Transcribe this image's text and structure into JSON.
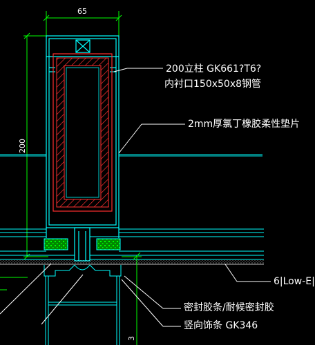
{
  "dimensions": {
    "width_label": "65",
    "height_label": "200",
    "bottom_partial_label": "3"
  },
  "annotations": {
    "mullion_line1": "200立柱 GK661?T6?",
    "mullion_line2": "内衬口150x50x8钢管",
    "gasket": "2mm厚氯丁橡胶柔性垫片",
    "glass": "6|Low-E|",
    "sealant": "密封胶条/耐候密封胶",
    "vertical_trim": "竖向饰条 GK346"
  },
  "colors": {
    "background": "#000000",
    "dimension_lines": "#00ff00",
    "aluminium_profile": "#00ffff",
    "steel_tube_hatch": "#ff3030",
    "leader_lines": "#ffffff",
    "insulation_fill": "#00c000",
    "glass_hatch": "#c0c0c0"
  },
  "icons": [
    "hatch-pattern",
    "cross-box-symbol",
    "insulation-strip-pattern"
  ]
}
